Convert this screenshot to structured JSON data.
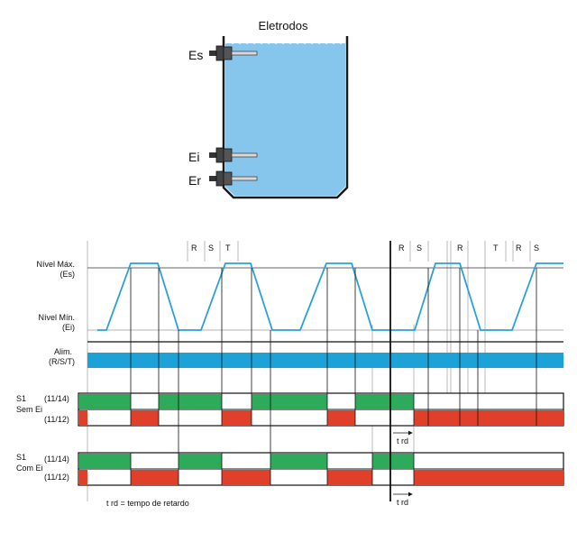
{
  "tank": {
    "title": "Eletrodos",
    "electrodes": [
      {
        "label": "Es"
      },
      {
        "label": "Ei"
      },
      {
        "label": "Er"
      }
    ],
    "colors": {
      "water": "#86c6ec",
      "wall": "#1a1a1a"
    }
  },
  "timing": {
    "markers_left": [
      "R",
      "S",
      "T"
    ],
    "markers_right": [
      "R",
      "S",
      "R",
      "T",
      "R",
      "S"
    ],
    "level_max_label": [
      "Nível Máx.",
      "(Es)"
    ],
    "level_min_label": [
      "Nível Mín.",
      "(Ei)"
    ],
    "power_label": [
      "Alim.",
      "(R/S/T)"
    ],
    "s1_sem_ei": {
      "title": [
        "S1",
        "Sem Ei"
      ],
      "contacts": [
        "(11/14)",
        "(11/12)"
      ]
    },
    "s1_com_ei": {
      "title": [
        "S1",
        "Com Ei"
      ],
      "contacts": [
        "(11/14)",
        "(11/12)"
      ]
    },
    "trd_label": "t rd",
    "trd_legend": "t rd = tempo de retardo",
    "colors": {
      "level_line": "#2aa0d8",
      "power": "#1da2d8",
      "on": "#2daa5a",
      "off": "#e0402a"
    }
  }
}
